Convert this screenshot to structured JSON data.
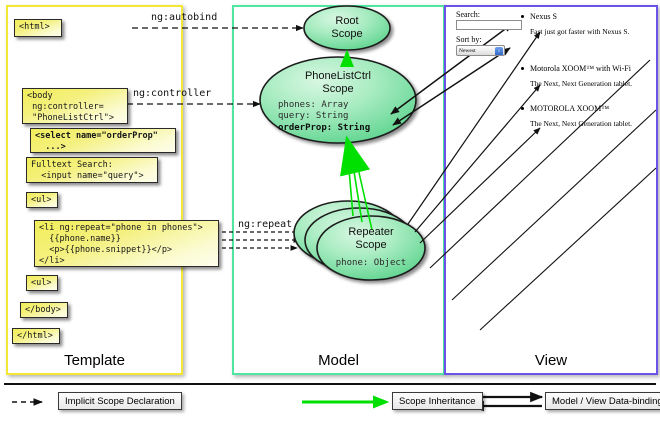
{
  "panels": {
    "template": {
      "title": "Template",
      "border_color": "#f2e733",
      "boxes": [
        {
          "name": "html-open-tag",
          "text": "<html>"
        },
        {
          "name": "body-open-tag",
          "text": "<body\n ng:controller=\n \"PhoneListCtrl\">"
        },
        {
          "name": "select-tag",
          "text": "<select name=\"orderProp\"\n  ...>"
        },
        {
          "name": "fulltext-search",
          "text": "Fulltext Search:\n  <input name=\"query\">"
        },
        {
          "name": "ul-open-tag",
          "text": "<ul>"
        },
        {
          "name": "li-repeat-tag",
          "text": "<li ng:repeat=\"phone in phones\">\n  {{phone.name}}\n  <p>{{phone.snippet}}</p>\n</li>"
        },
        {
          "name": "ul-close-tag",
          "text": "<ul>"
        },
        {
          "name": "body-close-tag",
          "text": "</body>"
        },
        {
          "name": "html-close-tag",
          "text": "</html>"
        }
      ]
    },
    "model": {
      "title": "Model",
      "border_color": "#4ee6a0",
      "scopes": [
        {
          "name": "root-scope",
          "title": "Root\nScope",
          "props": ""
        },
        {
          "name": "phonelistctrl-scope",
          "title": "PhoneListCtrl\nScope",
          "props_plain": "phones: Array\nquery: String",
          "props_bold": "orderProp: String"
        },
        {
          "name": "repeater-scope",
          "title": "Repeater\nScope",
          "props": "phone: Object"
        }
      ]
    },
    "view": {
      "title": "View",
      "border_color": "#6b52e8",
      "search_label": "Search:",
      "search_value": "",
      "sort_label": "Sort by:",
      "sort_selected": "Newest",
      "phones": [
        {
          "name": "Nexus S",
          "snippet": "Fast just got faster with Nexus S."
        },
        {
          "name": "Motorola XOOM™ with Wi-Fi",
          "snippet": "The Next, Next Generation tablet."
        },
        {
          "name": "MOTOROLA XOOM™",
          "snippet": "The Next, Next Generation tablet."
        }
      ]
    }
  },
  "connectors": [
    {
      "name": "ng-autobind-label",
      "label": "ng:autobind"
    },
    {
      "name": "ng-controller-label",
      "label": "ng:controller"
    },
    {
      "name": "ng-repeat-label",
      "label": "ng:repeat"
    }
  ],
  "legend": [
    {
      "name": "implicit-scope-declaration",
      "label": "Implicit Scope Declaration",
      "style": "dashed-arrow",
      "color": "#111111"
    },
    {
      "name": "scope-inheritance",
      "label": "Scope Inheritance",
      "style": "solid-arrow",
      "color": "#00e000"
    },
    {
      "name": "model-view-data-binding",
      "label": "Model / View Data-binding",
      "style": "double-arrow",
      "color": "#111111"
    }
  ]
}
